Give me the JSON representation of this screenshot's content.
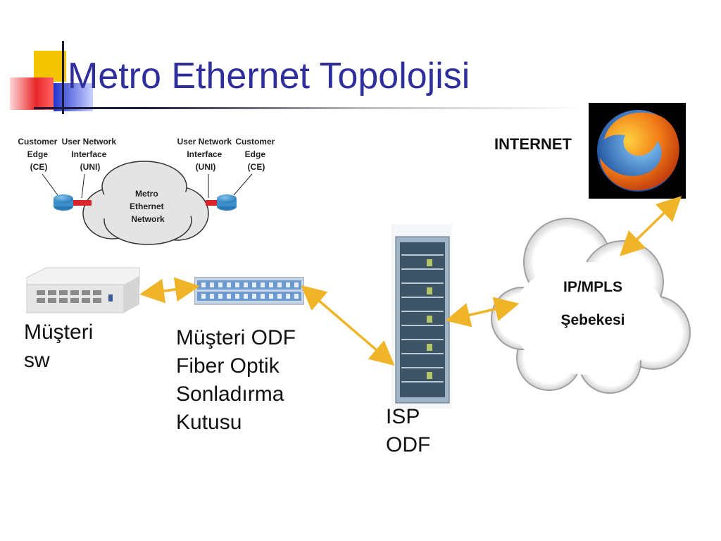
{
  "slide": {
    "title": "Metro Ethernet Topolojisi"
  },
  "diagram": {
    "ce_left": [
      "Customer",
      "Edge",
      "(CE)"
    ],
    "uni_left": [
      "User Network",
      "Interface",
      "(UNI)"
    ],
    "uni_right": [
      "User Network",
      "Interface",
      "(UNI)"
    ],
    "ce_right": [
      "Customer",
      "Edge",
      "(CE)"
    ],
    "cloud": [
      "Metro",
      "Ethernet",
      "Network"
    ]
  },
  "labels": {
    "musteri_sw": [
      "Müşteri",
      "sw"
    ],
    "musteri_odf": [
      "Müşteri ODF",
      "Fiber Optik",
      "Sonladırma",
      "Kutusu"
    ],
    "isp_odf": [
      "ISP",
      "ODF"
    ],
    "internet": "INTERNET",
    "ipmpls": "IP/MPLS",
    "sebekesi": "Şebekesi"
  },
  "colors": {
    "title": "#2e2e9c",
    "arrow": "#f0b429",
    "cloud_fill": "#ffffff",
    "cloud_edge": "#9a9a9a"
  }
}
